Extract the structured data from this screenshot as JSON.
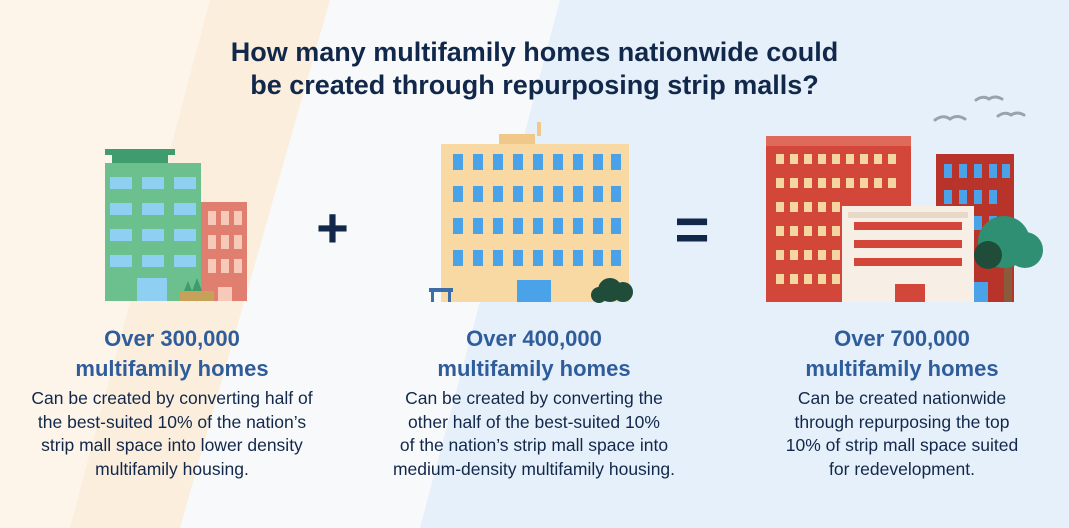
{
  "title": {
    "line1": "How many multifamily homes nationwide could",
    "line2": "be created through repurposing strip malls?"
  },
  "operators": {
    "plus": "+",
    "equals": "="
  },
  "columns": [
    {
      "headline1": "Over 300,000",
      "headline2": "multifamily homes",
      "desc": [
        "Can be created by converting half of",
        "the best-suited 10% of the nation’s",
        "strip mall space into lower density",
        "multifamily housing."
      ]
    },
    {
      "headline1": "Over 400,000",
      "headline2": "multifamily homes",
      "desc": [
        "Can be created by converting the",
        "other half of the best-suited 10%",
        "of the nation’s strip mall space into",
        "medium-density multifamily housing."
      ]
    },
    {
      "headline1": "Over 700,000",
      "headline2": "multifamily homes",
      "desc": [
        "Can be created nationwide",
        "through repurposing the top",
        "10% of strip mall space suited",
        "for redevelopment."
      ]
    }
  ],
  "colors": {
    "title": "#12284b",
    "headline": "#2f5d9c",
    "green_building": "#6cc08e",
    "salmon_building": "#e07e6f",
    "tan_building": "#f8d9a4",
    "window_blue": "#4aa3e8",
    "red_building": "#d2473a",
    "tree_green": "#2f8f73"
  }
}
